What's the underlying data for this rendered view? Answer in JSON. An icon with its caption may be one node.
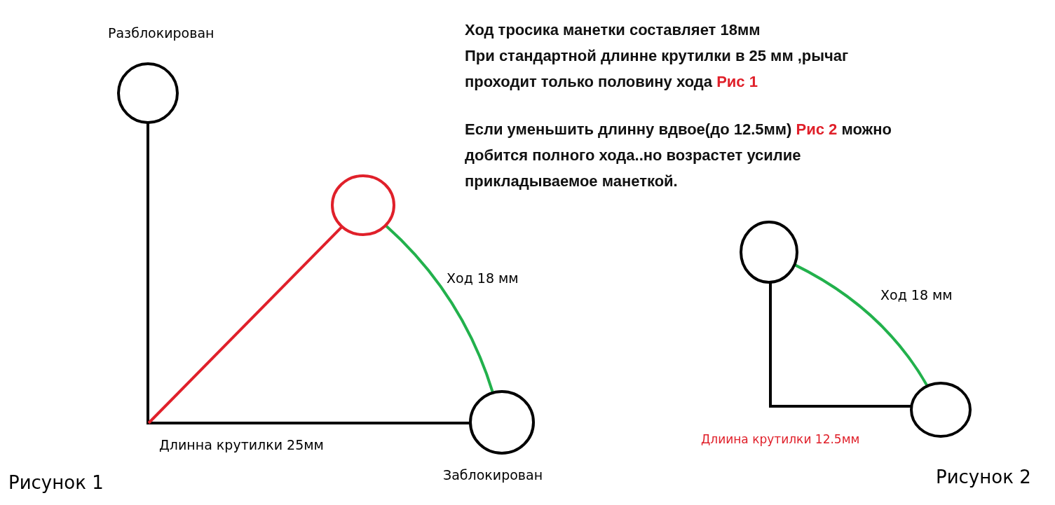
{
  "diagram": {
    "nodes": [
      {
        "text": [],
        "shape": "circle",
        "beside": [
          "Разблокирован"
        ]
      },
      {
        "text": [],
        "shape": "circle"
      },
      {
        "text": [],
        "shape": "circle",
        "beside": [
          "Заблокирован"
        ]
      },
      {
        "text": [],
        "shape": "circle"
      },
      {
        "text": [],
        "shape": "circle"
      }
    ],
    "edges": [
      {
        "from": 0,
        "to": 2,
        "arrow": "none"
      },
      {
        "from": null,
        "to": 1,
        "arrow": "none",
        "color": "#e0202a"
      },
      {
        "from": 1,
        "to": 2,
        "arrow": "none",
        "color": "#22b14c",
        "label": "Ход 18 мм"
      },
      {
        "from": 3,
        "to": 4,
        "arrow": "none"
      },
      {
        "from": 3,
        "to": 4,
        "arrow": "none",
        "color": "#22b14c",
        "label": "Ход 18 мм"
      }
    ],
    "labels": [
      "Ход тросика манетки составляет 18мм",
      "При стандартной длинне крутилки в 25 мм ,рычаг проходит только половину хода",
      "Рис 1",
      "Если уменьшить длинну вдвое(до 12.5мм)",
      "Рис 2",
      "можно добится полного хода..но возрастет усилие прикладываемое манеткой.",
      "Длинна крутилки 25мм",
      "Рисунок 1",
      "Длиина крутилки 12.5мм",
      "Рисунок 2"
    ]
  }
}
